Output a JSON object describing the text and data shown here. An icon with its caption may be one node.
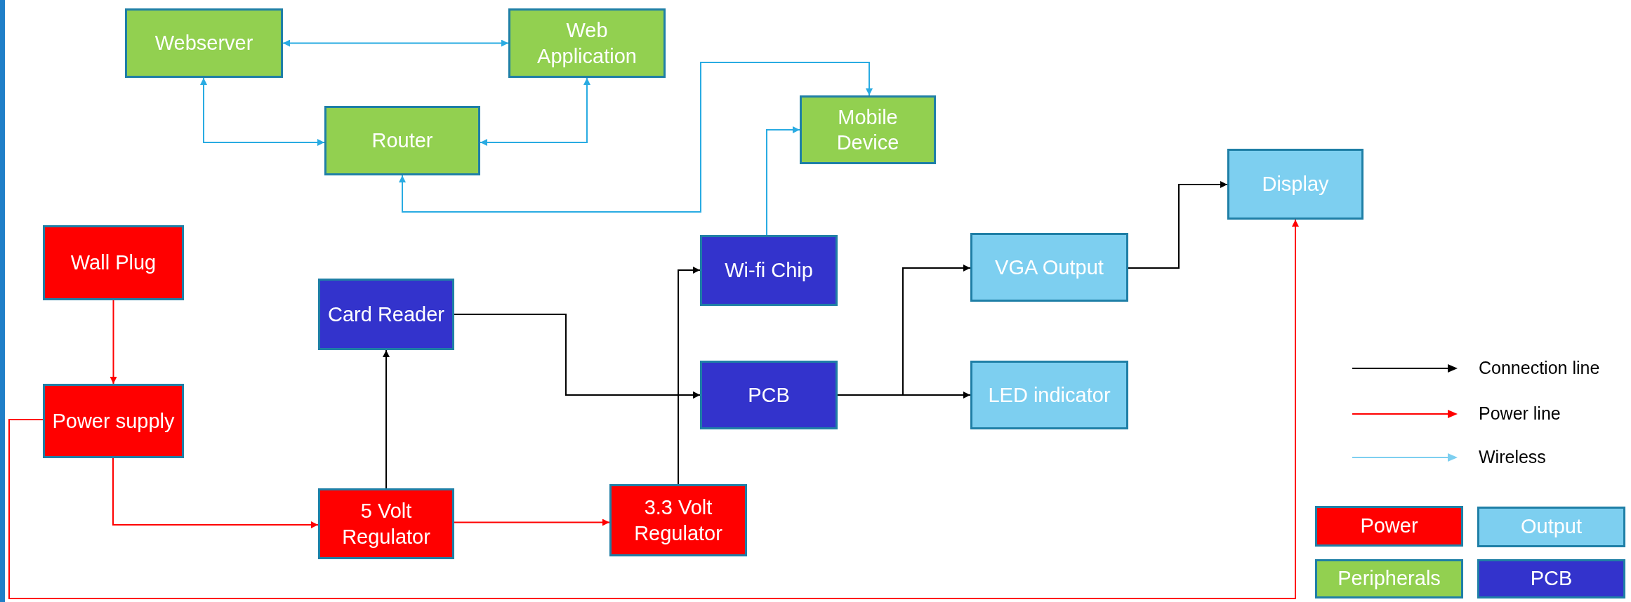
{
  "diagram": {
    "nodes": [
      {
        "text": [
          "Webserver"
        ]
      },
      {
        "text": [
          "Web Application"
        ]
      },
      {
        "text": [
          "Router"
        ]
      },
      {
        "text": [
          "Mobile Device"
        ]
      },
      {
        "text": [
          "Display"
        ]
      },
      {
        "text": [
          "Wall Plug"
        ]
      },
      {
        "text": [
          "Card Reader"
        ]
      },
      {
        "text": [
          "Wi-fi Chip"
        ]
      },
      {
        "text": [
          "VGA Output"
        ]
      },
      {
        "text": [
          "PCB"
        ]
      },
      {
        "text": [
          "LED indicator"
        ]
      },
      {
        "text": [
          "Power supply"
        ]
      },
      {
        "text": [
          "5 Volt Regulator"
        ]
      },
      {
        "text": [
          "3.3 Volt Regulator"
        ]
      }
    ],
    "edges": [
      {
        "from": 0,
        "to": 1,
        "arrow": "both",
        "color": "#29abe2"
      },
      {
        "from": 0,
        "to": 2,
        "arrow": "both",
        "color": "#29abe2"
      },
      {
        "from": 1,
        "to": 2,
        "arrow": "both",
        "color": "#29abe2"
      },
      {
        "from": 2,
        "to": 3,
        "arrow": "both",
        "color": "#29abe2"
      },
      {
        "from": 7,
        "to": 3,
        "arrow": "to",
        "color": "#29abe2"
      },
      {
        "from": 6,
        "to": 9,
        "arrow": "to"
      },
      {
        "from": 12,
        "to": 6,
        "arrow": "to"
      },
      {
        "from": 13,
        "to": 7,
        "arrow": "to"
      },
      {
        "from": 13,
        "to": 9,
        "arrow": "to"
      },
      {
        "from": 9,
        "to": 8,
        "arrow": "to"
      },
      {
        "from": 9,
        "to": 10,
        "arrow": "to"
      },
      {
        "from": 8,
        "to": 4,
        "arrow": "to"
      },
      {
        "from": 5,
        "to": 11,
        "arrow": "to",
        "color": "#ff0000"
      },
      {
        "from": 11,
        "to": 12,
        "arrow": "to",
        "color": "#ff0000"
      },
      {
        "from": 12,
        "to": 13,
        "arrow": "to",
        "color": "#ff0000"
      },
      {
        "from": 11,
        "to": 4,
        "arrow": "to",
        "color": "#ff0000"
      }
    ],
    "legend": [
      {
        "text": "Connection line"
      },
      {
        "text": "Power line"
      },
      {
        "text": "Wireless"
      },
      {
        "text": "Power",
        "color": "#ff0000"
      },
      {
        "text": "Output",
        "color": "#7dcff0"
      },
      {
        "text": "Peripherals",
        "color": "#92d050"
      },
      {
        "text": "PCB",
        "color": "#3333cc"
      }
    ]
  }
}
